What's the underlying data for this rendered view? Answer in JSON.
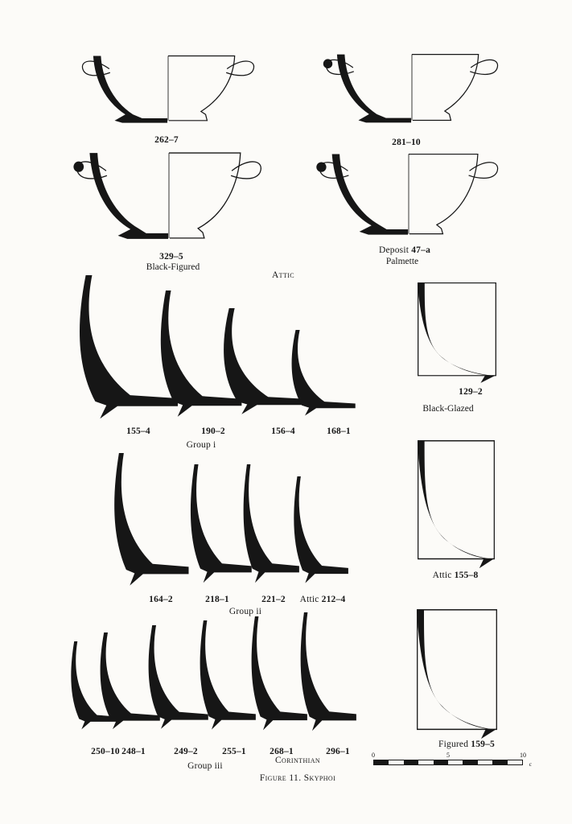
{
  "colors": {
    "ink": "#161616",
    "paper": "#fcfbf8"
  },
  "figure": {
    "caption": "Figure 11. Skyphoi",
    "attic_label": "Attic",
    "corinthian_label": "Corinthian"
  },
  "vessels": [
    {
      "prefix": "",
      "number": "262–7",
      "sublabel": ""
    },
    {
      "prefix": "",
      "number": "281–10",
      "sublabel": ""
    },
    {
      "prefix": "",
      "number": "329–5",
      "sublabel": "Black-Figured"
    },
    {
      "prefix": "Deposit ",
      "number": "47–a",
      "sublabel": "Palmette"
    }
  ],
  "groups": [
    {
      "name": "Group i",
      "profiles": [
        {
          "prefix": "",
          "number": "155–4"
        },
        {
          "prefix": "",
          "number": "190–2"
        },
        {
          "prefix": "",
          "number": "156–4"
        },
        {
          "prefix": "",
          "number": "168–1"
        }
      ]
    },
    {
      "name": "Group ii",
      "profiles": [
        {
          "prefix": "",
          "number": "164–2"
        },
        {
          "prefix": "",
          "number": "218–1"
        },
        {
          "prefix": "",
          "number": "221–2"
        },
        {
          "prefix": "Attic ",
          "number": "212–4"
        }
      ]
    },
    {
      "name": "Group iii",
      "profiles": [
        {
          "prefix": "",
          "number": "250–10"
        },
        {
          "prefix": "",
          "number": "248–1"
        },
        {
          "prefix": "",
          "number": "249–2"
        },
        {
          "prefix": "",
          "number": "255–1"
        },
        {
          "prefix": "",
          "number": "268–1"
        },
        {
          "prefix": "",
          "number": "296–1"
        }
      ]
    }
  ],
  "side_vessels": [
    {
      "prefix": "",
      "number": "129–2",
      "sublabel": "Black-Glazed"
    },
    {
      "prefix": "Attic ",
      "number": "155–8",
      "sublabel": ""
    },
    {
      "prefix": "Figured ",
      "number": "159–5",
      "sublabel": ""
    }
  ],
  "scale_bar": {
    "tick_start": "0",
    "tick_mid": "5",
    "tick_end": "10",
    "unit": "c"
  }
}
